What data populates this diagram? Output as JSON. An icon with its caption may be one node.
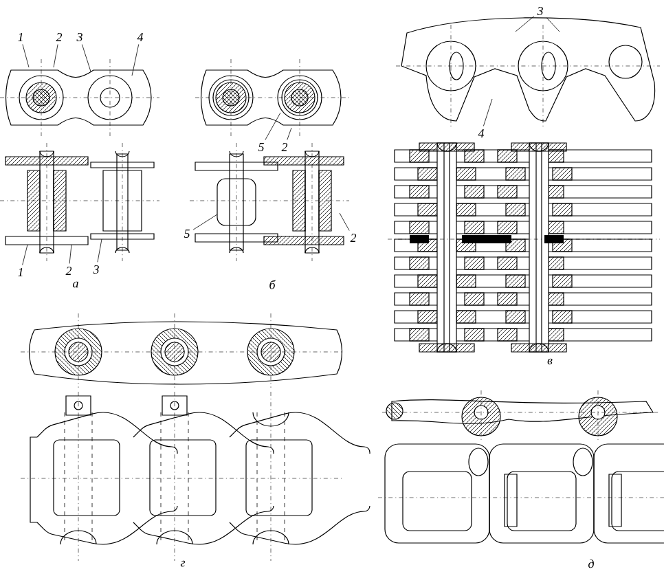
{
  "diagram": {
    "nodes": [
      {
        "text": [
          "1"
        ]
      },
      {
        "text": [
          "2"
        ]
      },
      {
        "text": [
          "3"
        ]
      },
      {
        "text": [
          "4"
        ]
      },
      {
        "text": [
          "1"
        ]
      },
      {
        "text": [
          "2"
        ]
      },
      {
        "text": [
          "3"
        ]
      },
      {
        "text": [
          "5"
        ]
      },
      {
        "text": [
          "2"
        ]
      },
      {
        "text": [
          "5"
        ]
      },
      {
        "text": [
          "2"
        ]
      },
      {
        "text": [
          "3"
        ]
      },
      {
        "text": [
          "4"
        ]
      }
    ],
    "edges": [
      {
        "from": 0,
        "to": null,
        "arrow": "none"
      },
      {
        "from": 1,
        "to": null,
        "arrow": "none"
      },
      {
        "from": 2,
        "to": null,
        "arrow": "none"
      },
      {
        "from": 3,
        "to": null,
        "arrow": "none"
      },
      {
        "from": 4,
        "to": null,
        "arrow": "none"
      },
      {
        "from": 5,
        "to": null,
        "arrow": "none"
      },
      {
        "from": 6,
        "to": null,
        "arrow": "none"
      },
      {
        "from": 7,
        "to": null,
        "arrow": "none"
      },
      {
        "from": 8,
        "to": null,
        "arrow": "none"
      },
      {
        "from": 9,
        "to": null,
        "arrow": "none"
      },
      {
        "from": 10,
        "to": null,
        "arrow": "none"
      },
      {
        "from": 11,
        "to": null,
        "arrow": "none"
      },
      {
        "from": 11,
        "to": null,
        "arrow": "none"
      },
      {
        "from": 12,
        "to": null,
        "arrow": "none"
      }
    ],
    "labels": [
      "а",
      "б",
      "в",
      "г",
      "д"
    ]
  }
}
